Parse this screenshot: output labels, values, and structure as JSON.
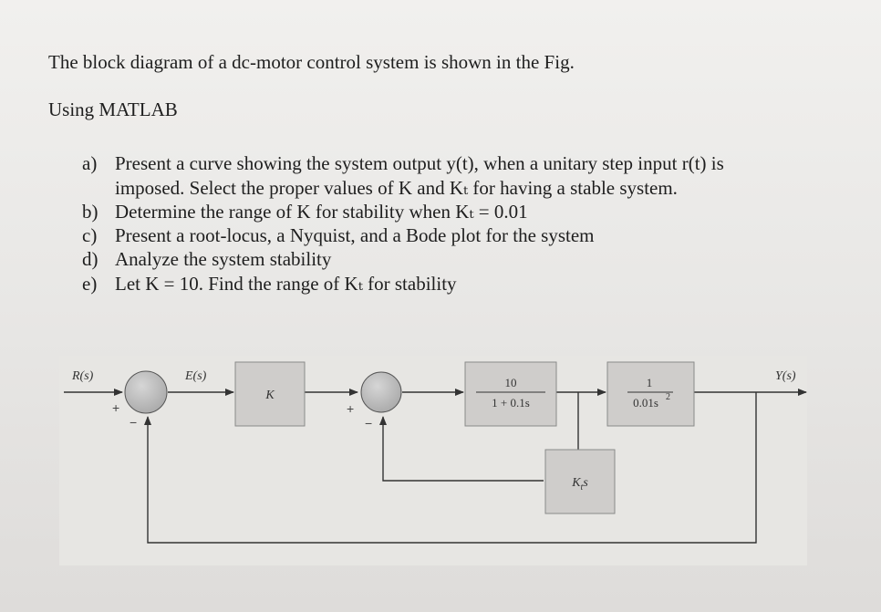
{
  "document": {
    "intro": "The block diagram of a dc-motor control system is shown in the Fig.",
    "subheading": "Using MATLAB",
    "items": [
      {
        "label": "a)",
        "lines": [
          "Present a curve showing the system output y(t), when a unitary step input r(t) is",
          "imposed. Select the proper values of K and Kₜ for having a stable system."
        ]
      },
      {
        "label": "b)",
        "lines": [
          "Determine the range of  K for stability when Kₜ = 0.01"
        ]
      },
      {
        "label": "c)",
        "lines": [
          "Present a root-locus, a Nyquist, and a Bode plot for the system"
        ]
      },
      {
        "label": "d)",
        "lines": [
          "Analyze the system stability"
        ]
      },
      {
        "label": "e)",
        "lines": [
          "Let K = 10. Find the range of Kₜ for stability"
        ]
      }
    ]
  },
  "diagram": {
    "input_label": "R(s)",
    "error_label": "E(s)",
    "output_label": "Y(s)",
    "plus": "+",
    "minus": "−",
    "gain_block": "K",
    "plant_block": {
      "numerator": "10",
      "denominator": "1 + 0.1s"
    },
    "integrator_block": {
      "numerator": "1",
      "denominator": "0.01s",
      "exponent": "2"
    },
    "feedback_block": {
      "base": "K",
      "subscript": "t",
      "suffix": "s"
    }
  }
}
